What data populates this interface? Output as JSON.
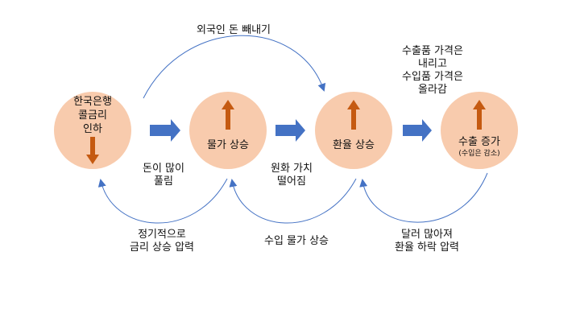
{
  "colors": {
    "node_fill": "#f8cbad",
    "up_arrow": "#c55a11",
    "flow_arrow": "#4472c4",
    "curve": "#4472c4"
  },
  "nodes": [
    {
      "label": "한국은행\n콜금리\n인하",
      "arrow": "down"
    },
    {
      "label": "물가 상승",
      "arrow": "up"
    },
    {
      "label": "환율 상승",
      "arrow": "up"
    },
    {
      "label": "수출 증가",
      "sub": "(수입은 감소)",
      "arrow": "up"
    }
  ],
  "edge_labels": {
    "top_arc": "외국인 돈 빼내기",
    "top_right": "수출품 가격은\n내리고\n수입품 가격은\n올라감",
    "money_released": "돈이 많이\n풀림",
    "won_value": "원화 가치\n떨어짐",
    "interest_pressure": "정기적으로\n금리 상승 압력",
    "import_price": "수입 물가 상승",
    "dollar_pressure": "달러 많아져\n환율 하락 압력"
  }
}
